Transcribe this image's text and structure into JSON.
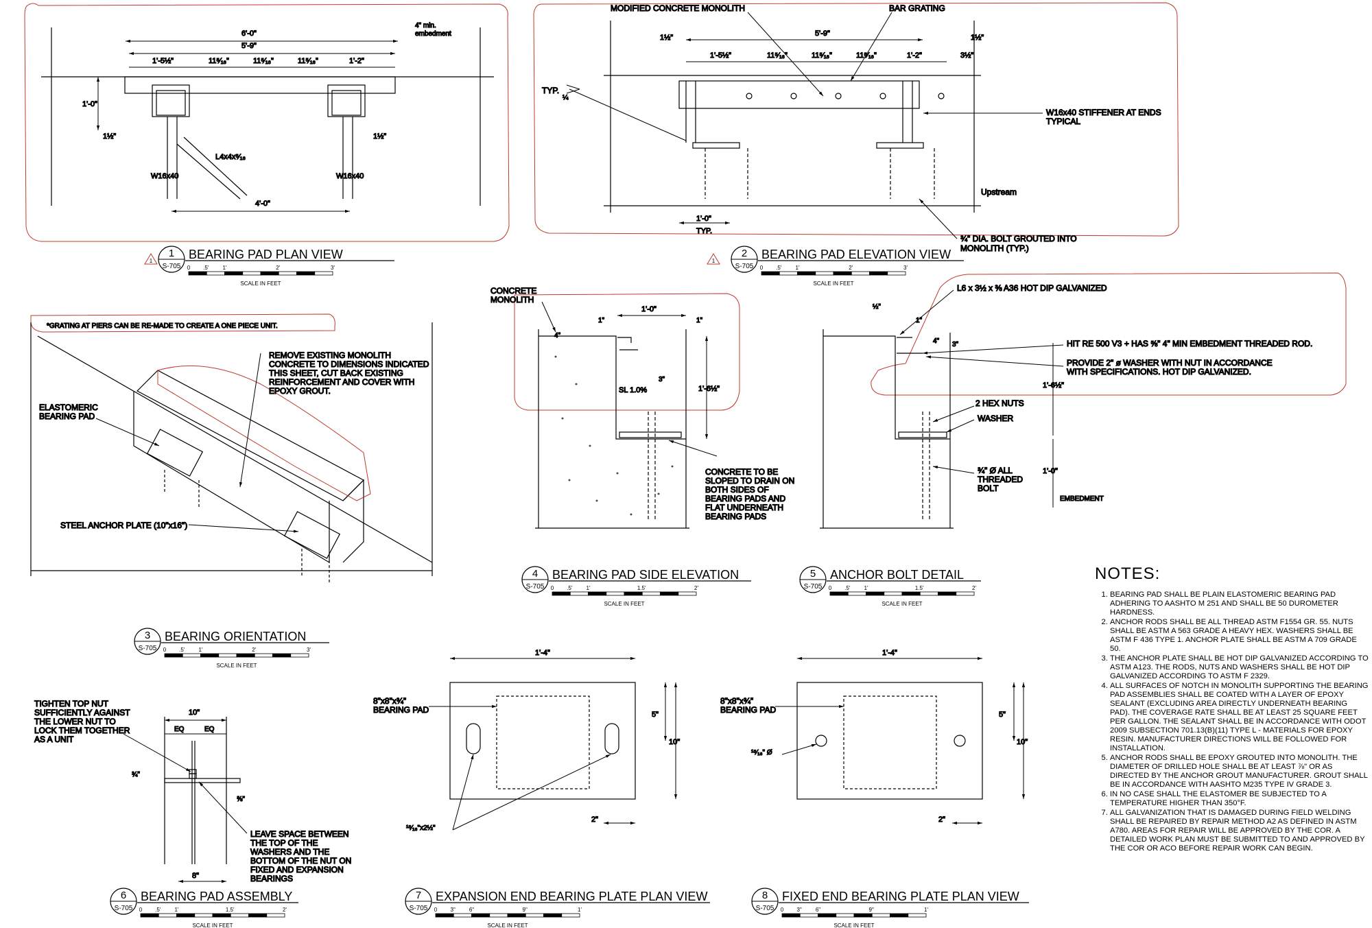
{
  "sheet_ref": "S-705",
  "scale_text": "SCALE IN FEET",
  "scale_ticks_ft": [
    "0",
    ".5'",
    "1'",
    "2'",
    "3'"
  ],
  "scale_ticks_ft2": [
    "0",
    ".5'",
    "1'",
    "1.5'",
    "2'"
  ],
  "scale_ticks_in": [
    "0",
    "3\"",
    "6\"",
    "9\"",
    "1'"
  ],
  "rev_mark": "1",
  "views": {
    "v1": {
      "num": "1",
      "title": "BEARING PAD PLAN VIEW"
    },
    "v2": {
      "num": "2",
      "title": "BEARING PAD ELEVATION VIEW"
    },
    "v3": {
      "num": "3",
      "title": "BEARING ORIENTATION"
    },
    "v4": {
      "num": "4",
      "title": "BEARING PAD SIDE ELEVATION"
    },
    "v5": {
      "num": "5",
      "title": "ANCHOR BOLT DETAIL"
    },
    "v6": {
      "num": "6",
      "title": "BEARING PAD ASSEMBLY"
    },
    "v7": {
      "num": "7",
      "title": "EXPANSION END BEARING PLATE PLAN VIEW"
    },
    "v8": {
      "num": "8",
      "title": "FIXED END BEARING PLATE PLAN VIEW"
    }
  },
  "plan": {
    "d_6_0": "6'-0\"",
    "d_5_9": "5'-9\"",
    "d_1_5": "1'-5½\"",
    "d_11": "11⁵⁄₁₆\"",
    "d_1_2": "1'-2\"",
    "d_4min": "4\" min.",
    "d_embed": "embedment",
    "d_1_0": "1'-0\"",
    "d_1h": "1½\"",
    "w16": "W16x40",
    "angle": "L4x4x⁵⁄₁₆",
    "d_4_0": "4'-0\""
  },
  "elev": {
    "monolith": "MODIFIED CONCRETE MONOLITH",
    "grating": "BAR GRATING",
    "typ": "TYP.",
    "quarter": "¼",
    "stiffener1": "W16x40 STIFFENER AT ENDS",
    "stiffener2": "TYPICAL",
    "upstream": "Upstream",
    "bolt1": "¾\" DIA. BOLT GROUTED INTO",
    "bolt2": "MONOLITH (TYP.)",
    "d_1h": "1½\"",
    "d_5_9": "5'-9\"",
    "d_3h": "3½\"",
    "d_1_0": "1'-0\"",
    "d_typ": "TYP.",
    "d_1_5": "1'-5½\"",
    "d_11": "11⁵⁄₁₆\"",
    "d_1_2": "1'-2\""
  },
  "orient": {
    "note": "*GRATING AT PIERS CAN BE RE-MADE TO CREATE A ONE PIECE UNIT.",
    "remove": [
      "REMOVE EXISTING MONOLITH",
      "CONCRETE TO DIMENSIONS INDICATED",
      "THIS SHEET, CUT BACK EXISTING",
      "REINFORCEMENT AND COVER WITH",
      "EPOXY GROUT."
    ],
    "elastomeric": [
      "ELASTOMERIC",
      "BEARING PAD"
    ],
    "plate": "STEEL ANCHOR PLATE (10\"x16\")"
  },
  "side": {
    "concrete": [
      "CONCRETE",
      "MONOLITH"
    ],
    "d_1_0": "1'-0\"",
    "d_1": "1\"",
    "d_4": "4\"",
    "d_3": "3\"",
    "slope": "SL 1.0%",
    "d_1_6": "1'-6½\"",
    "sloped": [
      "CONCRETE TO BE",
      "SLOPED TO DRAIN ON",
      "BOTH SIDES OF",
      "BEARING PADS AND",
      "FLAT UNDERNEATH",
      "BEARING PADS"
    ]
  },
  "anchor": {
    "angle": "L6 x 3½ x ⅜ A36 HOT DIP GALVANIZED",
    "hit": "HIT RE 500 V3 + HAS ⅝\" 4\" MIN EMBEDMENT THREADED ROD.",
    "washer1": "PROVIDE 2\" ø WASHER WITH NUT IN ACCORDANCE",
    "washer2": "WITH SPECIFICATIONS.  HOT DIP GALVANIZED.",
    "nuts": "2 HEX NUTS",
    "washer": "WASHER",
    "bolt": [
      "¾\" Ø ALL",
      "THREADED",
      "BOLT"
    ],
    "d_half": "½\"",
    "d_1": "1\"",
    "d_4": "4\"",
    "d_3": "3\"",
    "d_1_6": "1'-6½\"",
    "d_1_0": "1'-0\"",
    "embed": "EMBEDMENT"
  },
  "assembly": {
    "tighten": [
      "TIGHTEN TOP NUT",
      "SUFFICIENTLY AGAINST",
      "THE LOWER NUT TO",
      "LOCK THEM TOGETHER",
      "AS A UNIT"
    ],
    "leave": [
      "LEAVE SPACE BETWEEN",
      "THE TOP OF THE",
      "WASHERS AND THE",
      "BOTTOM OF THE NUT ON",
      "FIXED AND EXPANSION",
      "BEARINGS"
    ],
    "d_10": "10\"",
    "eq": "EQ",
    "d_34": "¾\"",
    "d_58": "⅝\"",
    "d_8": "8\""
  },
  "plate7": {
    "d_1_4": "1'-4\"",
    "pad": [
      "8\"x8\"x¾\"",
      "BEARING PAD"
    ],
    "d_5": "5\"",
    "d_10": "10\"",
    "d_2": "2\"",
    "slot": "¹⁵⁄₁₆\"x2½\""
  },
  "plate8": {
    "d_1_4": "1'-4\"",
    "pad": [
      "8\"x8\"x¾\"",
      "BEARING PAD"
    ],
    "d_5": "5\"",
    "d_10": "10\"",
    "d_2": "2\"",
    "hole": "¹⁵⁄₁₆\" Ø"
  },
  "notes": {
    "title": "NOTES:",
    "items": [
      "BEARING PAD SHALL BE PLAIN ELASTOMERIC BEARING PAD ADHERING TO AASHTO M 251 AND SHALL BE 50 DUROMETER HARDNESS.",
      "ANCHOR RODS SHALL BE ALL THREAD ASTM F1554 GR. 55. NUTS SHALL BE ASTM A 563 GRADE A HEAVY HEX. WASHERS SHALL BE ASTM F 436 TYPE 1. ANCHOR PLATE SHALL BE ASTM A 709 GRADE 50.",
      "THE ANCHOR PLATE SHALL BE HOT DIP GALVANIZED ACCORDING TO ASTM A123. THE RODS, NUTS AND WASHERS SHALL BE HOT DIP GALVANIZED ACCORDING TO ASTM F 2329.",
      "ALL SURFACES OF NOTCH IN MONOLITH SUPPORTING THE BEARING PAD ASSEMBLIES SHALL BE COATED WITH A LAYER OF EPOXY SEALANT (EXCLUDING AREA DIRECTLY UNDERNEATH BEARING PAD). THE COVERAGE RATE SHALL BE AT LEAST 25 SQUARE FEET PER GALLON. THE SEALANT SHALL BE IN ACCORDANCE WITH ODOT 2009 SUBSECTION 701.13(B)(11) TYPE L - MATERIALS FOR EPOXY RESIN. MANUFACTURER DIRECTIONS WILL BE FOLLOWED FOR INSTALLATION.",
      "ANCHOR RODS SHALL BE EPOXY GROUTED INTO MONOLITH. THE DIAMETER OF DRILLED HOLE SHALL BE AT LEAST ⅞\" OR AS DIRECTED BY THE ANCHOR GROUT MANUFACTURER. GROUT SHALL BE IN ACCORDANCE WITH AASHTO M235 TYPE IV GRADE 3.",
      "IN NO CASE SHALL THE ELASTOMER BE SUBJECTED TO A TEMPERATURE HIGHER THAN 350°F.",
      "ALL GALVANIZATION THAT IS DAMAGED DURING FIELD WELDING SHALL BE REPAIRED BY REPAIR METHOD A2 AS DEFINED IN ASTM A780. AREAS FOR REPAIR WILL BE APPROVED BY THE COR. A DETAILED WORK PLAN MUST BE SUBMITTED TO AND APPROVED BY THE COR OR ACO BEFORE REPAIR WORK CAN BEGIN."
    ]
  }
}
